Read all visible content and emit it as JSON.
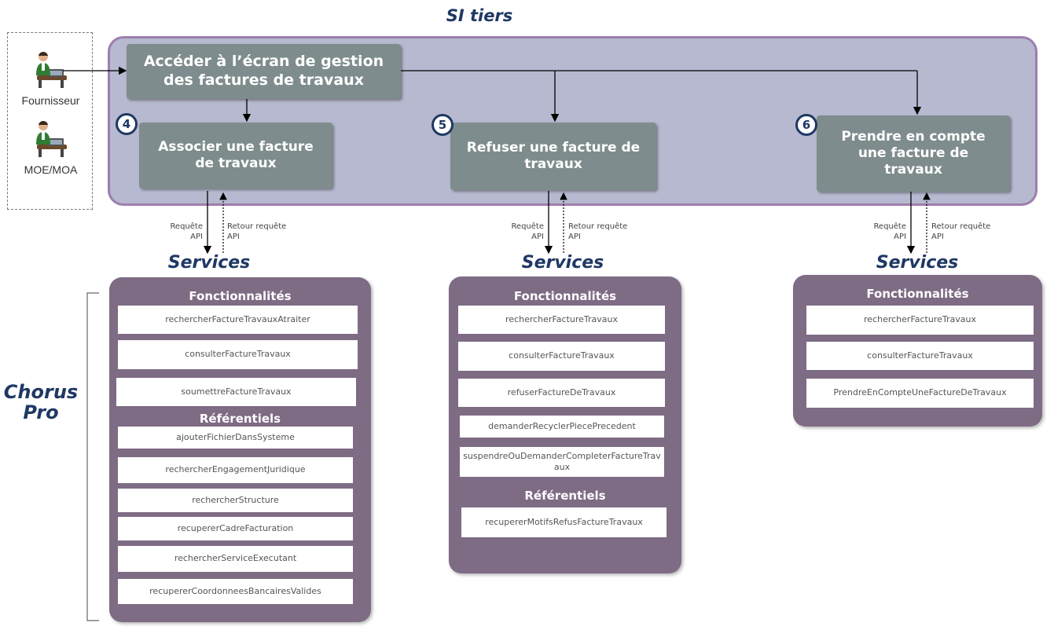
{
  "si_title": "SI tiers",
  "actors": {
    "fournisseur": "Fournisseur",
    "moe_moa": "MOE/MOA"
  },
  "access_box": {
    "line1": "Accéder à l’écran de gestion",
    "line2": "des factures de travaux"
  },
  "steps": [
    {
      "number": "4",
      "line1": "Associer une facture",
      "line2": "de travaux",
      "line3": ""
    },
    {
      "number": "5",
      "line1": "Refuser une facture de",
      "line2": "travaux",
      "line3": ""
    },
    {
      "number": "6",
      "line1": "Prendre en compte",
      "line2": "une facture de",
      "line3": "travaux"
    }
  ],
  "api": {
    "request_l1": "Requête",
    "request_l2": "API",
    "return_l1": "Retour requête",
    "return_l2": "API"
  },
  "services_label": "Services",
  "chorus_pro": {
    "line1": "Chorus",
    "line2": "Pro"
  },
  "service_boxes": [
    {
      "fonctionnalites_label": "Fonctionnalités",
      "fonctionnalites": [
        "rechercherFactureTravauxAtraiter",
        "consulterFactureTravaux",
        "soumettreFactureTravaux"
      ],
      "referentiels_label": "Référentiels",
      "referentiels": [
        "ajouterFichierDansSysteme",
        "rechercherEngagementJuridique",
        "rechercherStructure",
        "recupererCadreFacturation",
        "rechercherServiceExecutant",
        "recupererCoordonneesBancairesValides"
      ]
    },
    {
      "fonctionnalites_label": "Fonctionnalités",
      "fonctionnalites": [
        "rechercherFactureTravaux",
        "consulterFactureTravaux",
        "refuserFactureDeTravaux",
        "demanderRecyclerPiecePrecedent",
        "suspendreOuDemanderCompleterFactureTravaux"
      ],
      "referentiels_label": "Référentiels",
      "referentiels": [
        "recupererMotifsRefusFactureTravaux"
      ]
    },
    {
      "fonctionnalites_label": "Fonctionnalités",
      "fonctionnalites": [
        "rechercherFactureTravaux",
        "consulterFactureTravaux",
        "PrendreEnCompteUneFactureDeTravaux"
      ]
    }
  ],
  "icons": {
    "fournisseur": "user-at-desk-icon",
    "moe_moa": "user-at-desk-icon"
  },
  "colors": {
    "si_panel": "#b6b9cf",
    "si_border": "#9e7eae",
    "step_box": "#7f8c8d",
    "service_box": "#7e6b84",
    "heading": "#1f3864"
  }
}
